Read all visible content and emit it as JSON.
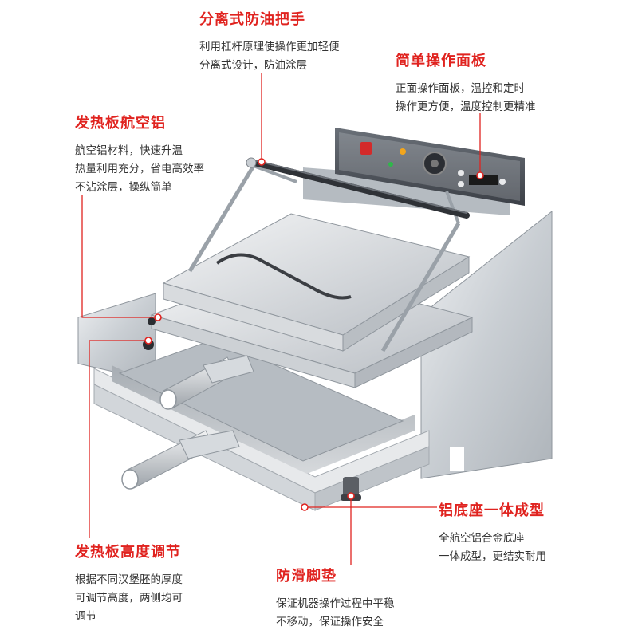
{
  "colors": {
    "accent": "#e0231f",
    "text": "#333333",
    "steel": "#c9ced3",
    "steel_dark": "#9aa1a8",
    "panel": "#4a4f57"
  },
  "callouts": {
    "handle": {
      "title": "分离式防油把手",
      "lines": [
        "利用杠杆原理使操作更加轻便",
        "分离式设计，防油涂层"
      ]
    },
    "panel": {
      "title": "简单操作面板",
      "lines": [
        "正面操作面板，温控和定时",
        "操作更方便，温度控制更精准"
      ]
    },
    "plate": {
      "title": "发热板航空铝",
      "lines": [
        "航空铝材料，快速升温",
        "热量利用充分，省电高效率",
        "不沾涂层，操纵简单"
      ]
    },
    "base": {
      "title": "铝底座一体成型",
      "lines": [
        "全航空铝合金底座",
        "一体成型，更结实耐用"
      ]
    },
    "height": {
      "title": "发热板高度调节",
      "lines": [
        "根据不同汉堡胚的厚度",
        "可调节高度，两侧均可",
        "调节"
      ]
    },
    "feet": {
      "title": "防滑脚垫",
      "lines": [
        "保证机器操作过程中平稳",
        "不移动，保证操作安全"
      ]
    }
  }
}
